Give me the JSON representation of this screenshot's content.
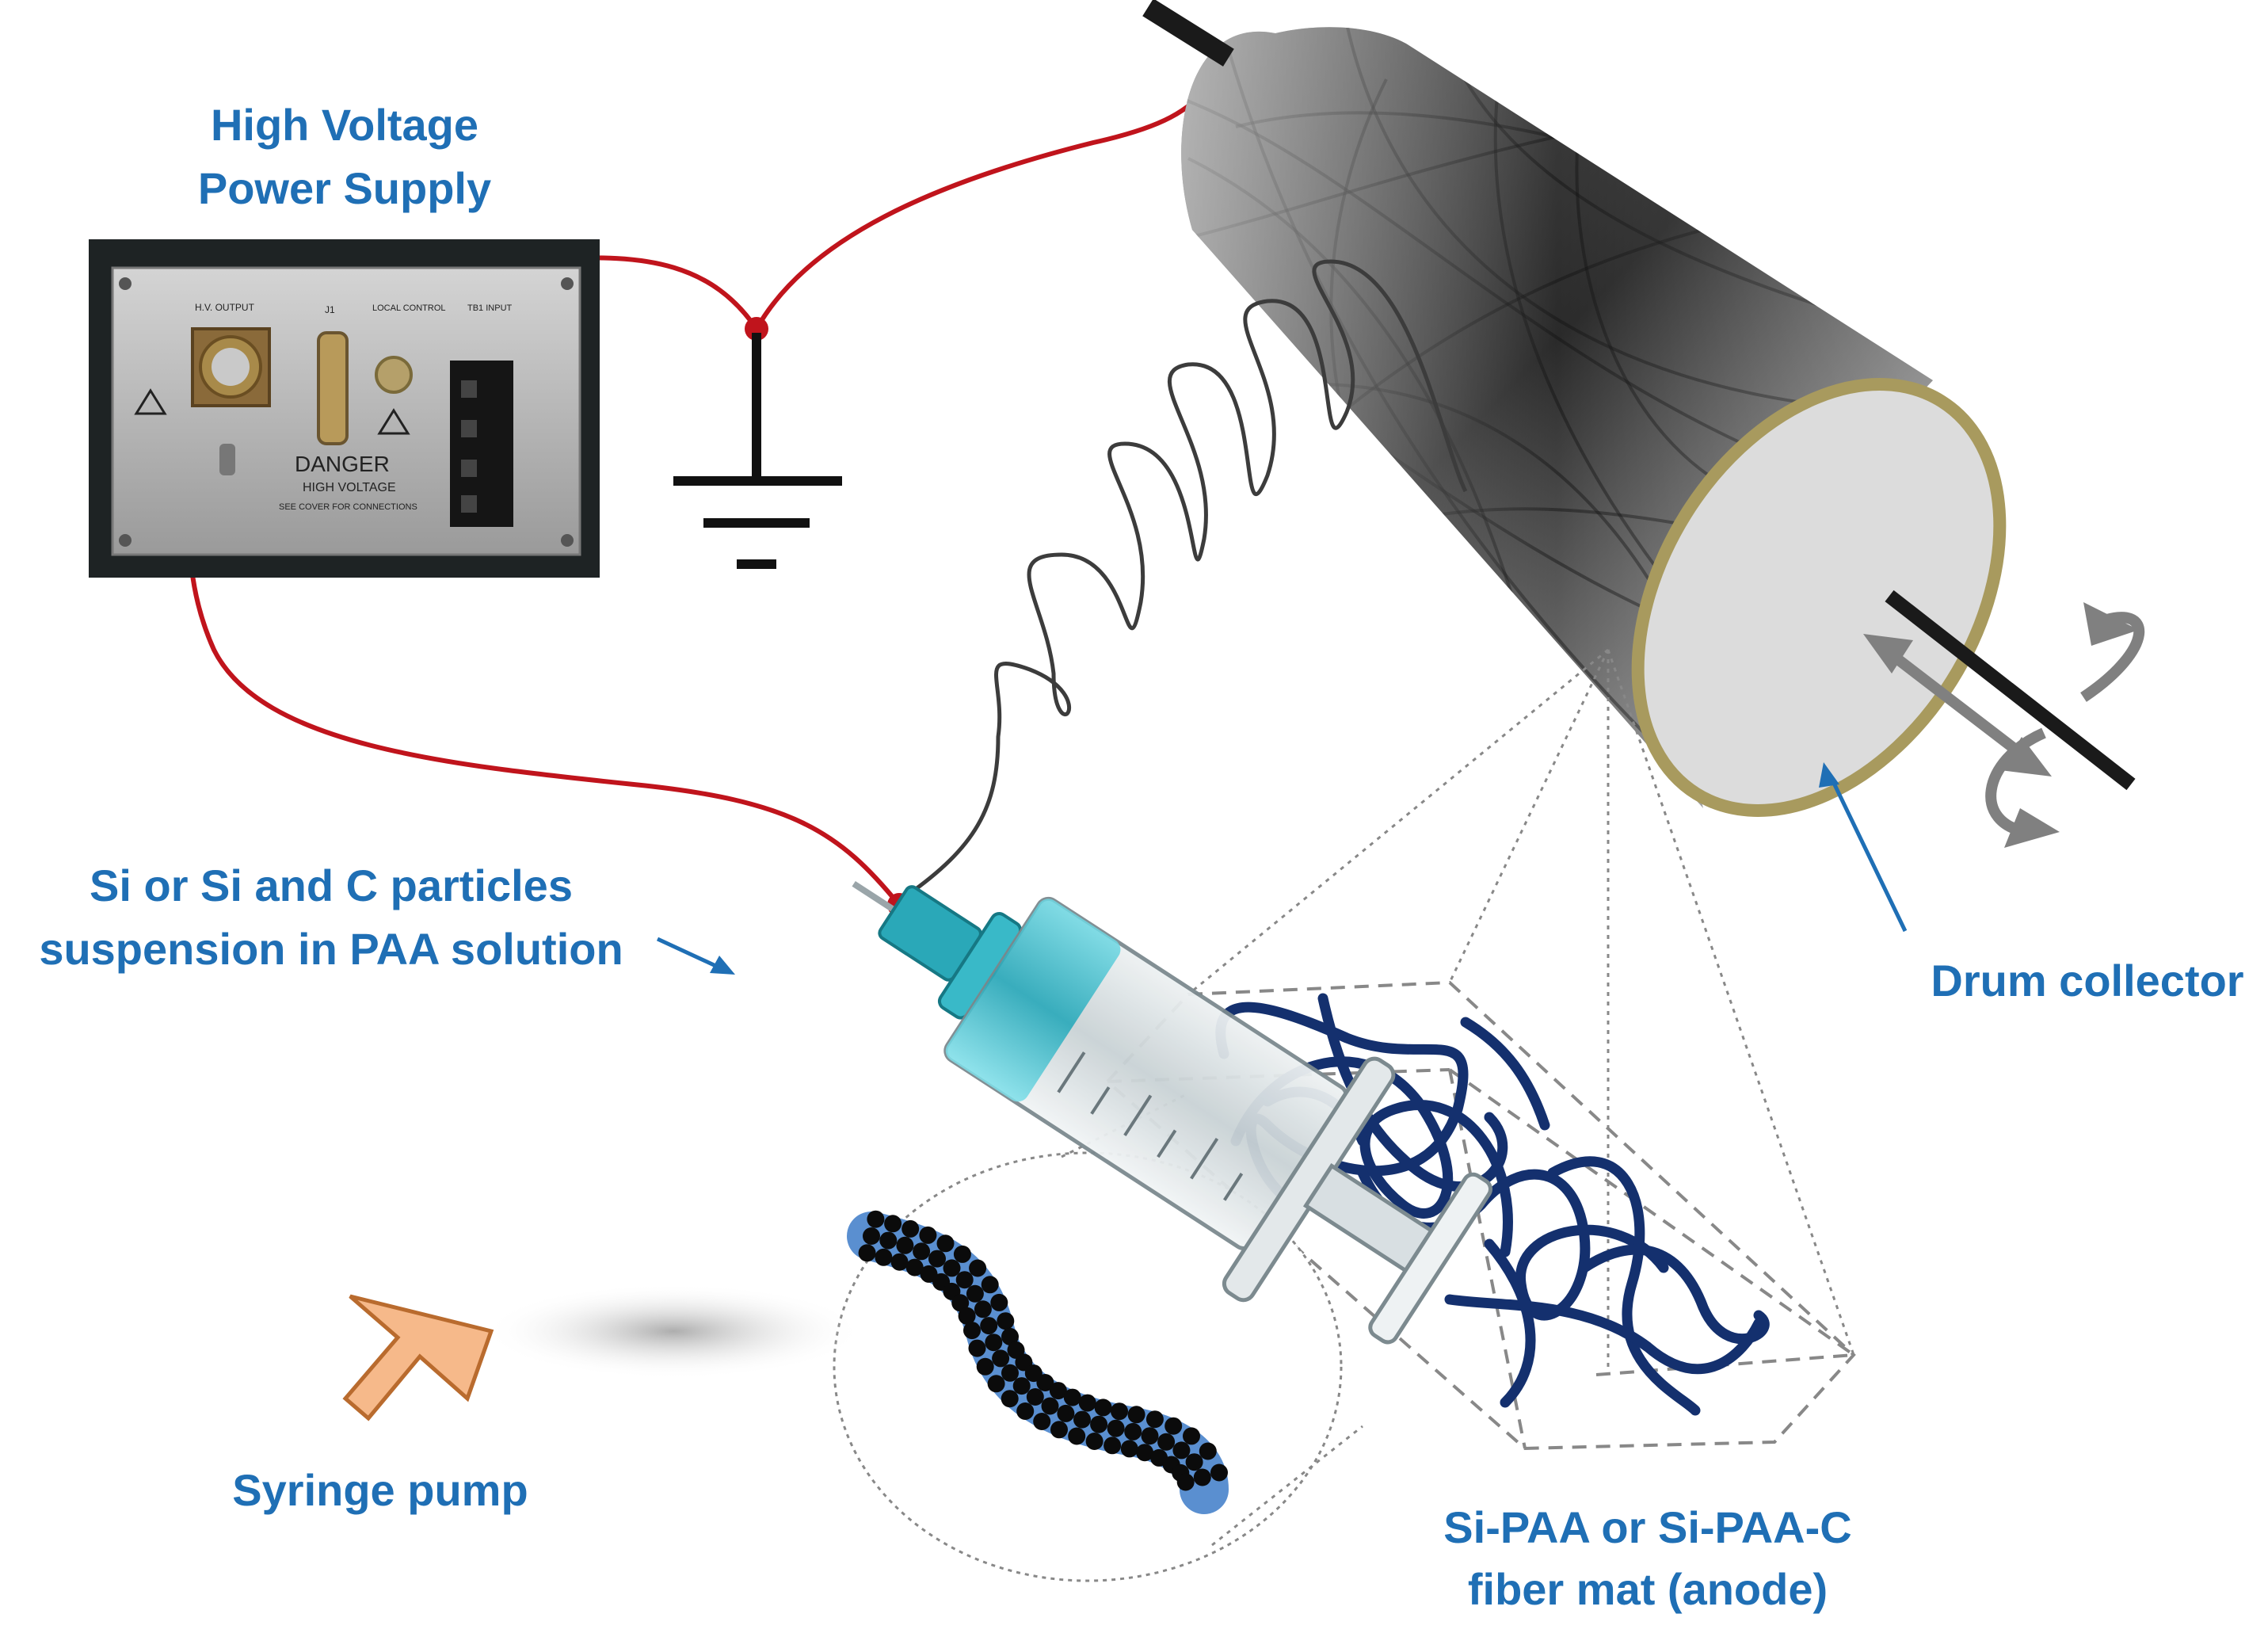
{
  "labels": {
    "power_supply": [
      "High Voltage",
      "Power Supply"
    ],
    "suspension": [
      "Si or Si and C particles",
      "suspension in PAA solution"
    ],
    "drum": "Drum collector",
    "pump": "Syringe pump",
    "fiber_mat": [
      "Si-PAA or Si-PAA-C",
      "fiber mat (anode)"
    ]
  },
  "psu_panel": {
    "hv_output": "H.V. OUTPUT",
    "port_j1": "J1",
    "local_control": "LOCAL CONTROL",
    "input": "TB1 INPUT",
    "danger": "DANGER",
    "high_voltage": "HIGH VOLTAGE",
    "see_cover": "SEE COVER FOR CONNECTIONS"
  },
  "colors": {
    "label_blue": "#1f6fb5",
    "wire_red": "#c0141c",
    "fiber_navy": "#14306e",
    "drum_rim": "#a89a5e",
    "pump_arrow": "#f6b98a",
    "rotation_gray": "#7f7f7f",
    "liquid_cyan": "#28b8c8"
  },
  "icons": [
    "ground-symbol-icon",
    "rotation-arrow-icon",
    "axial-arrow-icon",
    "push-arrow-icon",
    "warning-triangle-icon"
  ]
}
